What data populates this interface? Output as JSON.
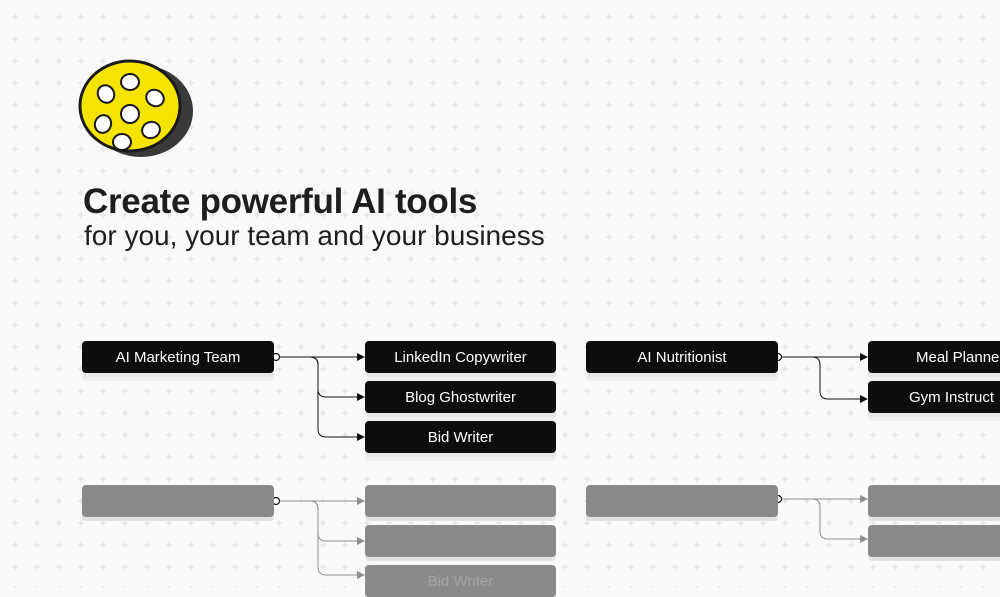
{
  "hero": {
    "title": "Create powerful AI tools",
    "subtitle": "for you, your team and your business"
  },
  "flows": [
    {
      "source": "AI Marketing Team",
      "targets": [
        "LinkedIn Copywriter",
        "Blog Ghostwriter",
        "Bid Writer"
      ]
    },
    {
      "source": "AI Nutritionist",
      "targets": [
        "Meal Planne",
        "Gym Instruct"
      ]
    }
  ],
  "ghost_flows": [
    {
      "source": "",
      "targets": [
        "",
        "",
        "Bid Writer"
      ]
    },
    {
      "source": "",
      "targets": [
        "",
        ""
      ]
    }
  ],
  "icons": {
    "logo": "film-reel-icon"
  },
  "colors": {
    "background": "#f9f9f9",
    "node": "#0d0d0d",
    "node_text": "#ffffff",
    "ghost_node": "#8a8a8a",
    "logo_yellow": "#f5e400",
    "logo_dark": "#3a3a3a"
  }
}
